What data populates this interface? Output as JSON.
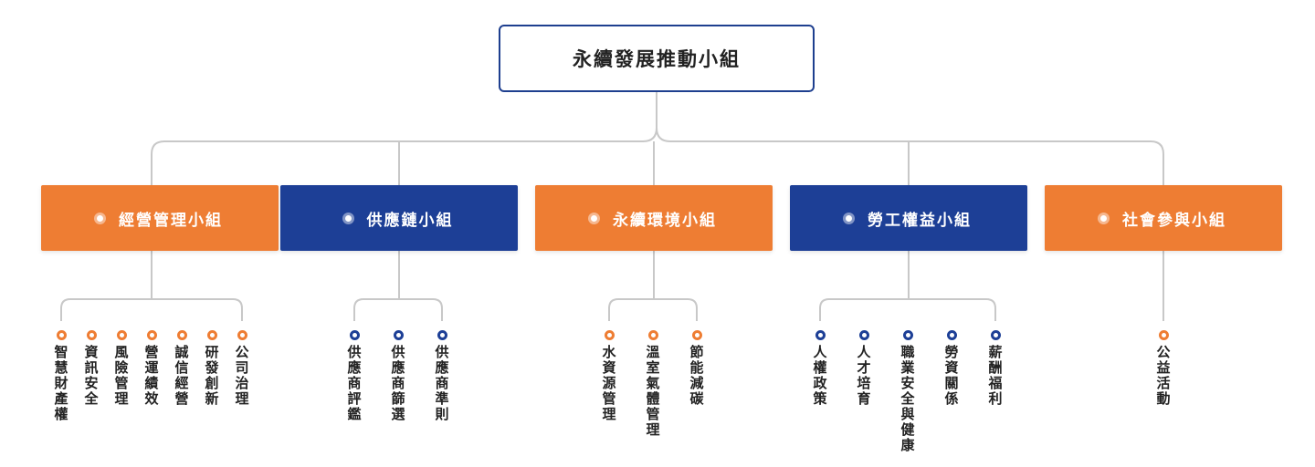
{
  "root": {
    "title": "永續發展推動小組"
  },
  "colors": {
    "orange": "#ee7d33",
    "navy": "#1d3f96",
    "connector": "#c8c8c8"
  },
  "groups": [
    {
      "label": "經營管理小組",
      "color": "orange",
      "items": [
        "智慧財產權",
        "資訊安全",
        "風險管理",
        "營運績效",
        "誠信經營",
        "研發創新",
        "公司治理"
      ]
    },
    {
      "label": "供應鏈小組",
      "color": "navy",
      "items": [
        "供應商評鑑",
        "供應商篩選",
        "供應商準則"
      ]
    },
    {
      "label": "永續環境小組",
      "color": "orange",
      "items": [
        "水資源管理",
        "溫室氣體管理",
        "節能減碳"
      ]
    },
    {
      "label": "勞工權益小組",
      "color": "navy",
      "items": [
        "人權政策",
        "人才培育",
        "職業安全與健康",
        "勞資關係",
        "薪酬福利"
      ]
    },
    {
      "label": "社會參與小組",
      "color": "orange",
      "items": [
        "公益活動"
      ]
    }
  ]
}
